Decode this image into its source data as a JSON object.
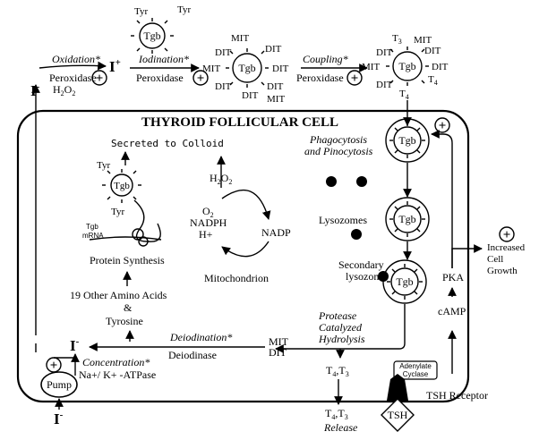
{
  "cell_title": "THYROID FOLLICULAR CELL",
  "top_row": {
    "iodide": "I",
    "iodide_sup": "-",
    "oxidation": "Oxidation*",
    "peroxidase": "Peroxidase",
    "h2o2": "H",
    "h2o2_sub1": "2",
    "h2o2_o": "O",
    "h2o2_sub2": "2",
    "iodine_plus": "I",
    "iodine_sup": "+",
    "iodination": "Iodination*",
    "peroxidase2": "Peroxidase",
    "coupling": "Coupling*",
    "peroxidase3": "Peroxidase"
  },
  "tgb": "Tgb",
  "tyr": "Tyr",
  "mit": "MIT",
  "dit": "DIT",
  "t3": "T",
  "t3_sub": "3",
  "t4": "T",
  "t4_sub": "4",
  "left_side": {
    "secreted": "Secreted to Colloid",
    "tgb_mrna_1": "Tgb",
    "tgb_mrna_2": "mRNA",
    "protein_synthesis": "Protein Synthesis",
    "amino_acids": "19 Other Amino Acids",
    "ampersand": "&",
    "tyrosine": "Tyrosine",
    "iodide": "I",
    "iodide_sup": "-",
    "concentration": "Concentration*",
    "atpase": "Na+/ K+ -ATPase",
    "pump": "Pump",
    "iodide_in": "I",
    "iodide_in_sup": "-"
  },
  "middle": {
    "h2o2": "H",
    "h2o2_sub1": "2",
    "h2o2_o": "O",
    "h2o2_sub2": "2",
    "o2": "O",
    "o2_sub": "2",
    "nadph": "NADPH",
    "hplus": "H+",
    "nadp": "NADP",
    "mitochondrion": "Mitochondrion",
    "deiodination": "Deiodination*",
    "deiodinase": "Deiodinase",
    "mit_out": "MIT",
    "dit_out": "DIT"
  },
  "right_side": {
    "phago1": "Phagocytosis",
    "phago2": "and Pinocytosis",
    "lysozomes": "Lysozomes",
    "secondary1": "Secondary",
    "secondary2": "lysozome",
    "protease1": "Protease",
    "protease2": "Catalyzed",
    "protease3": "Hydrolysis",
    "t4t3": "T",
    "t4t3_sub1": "4",
    "t4t3_comma": ",T",
    "t4t3_sub2": "3",
    "t4t3_b": "T",
    "t4t3_b_sub1": "4",
    "t4t3_b_comma": ",T",
    "t4t3_b_sub2": "3",
    "release": "Release",
    "pka": "PKA",
    "camp": "cAMP",
    "adenylate1": "Adenylate",
    "adenylate2": "Cyclase",
    "tsh_receptor": "TSH Receptor",
    "tsh": "TSH",
    "increased1": "Increased",
    "increased2": "Cell",
    "increased3": "Growth"
  },
  "plus_symbol": "+"
}
